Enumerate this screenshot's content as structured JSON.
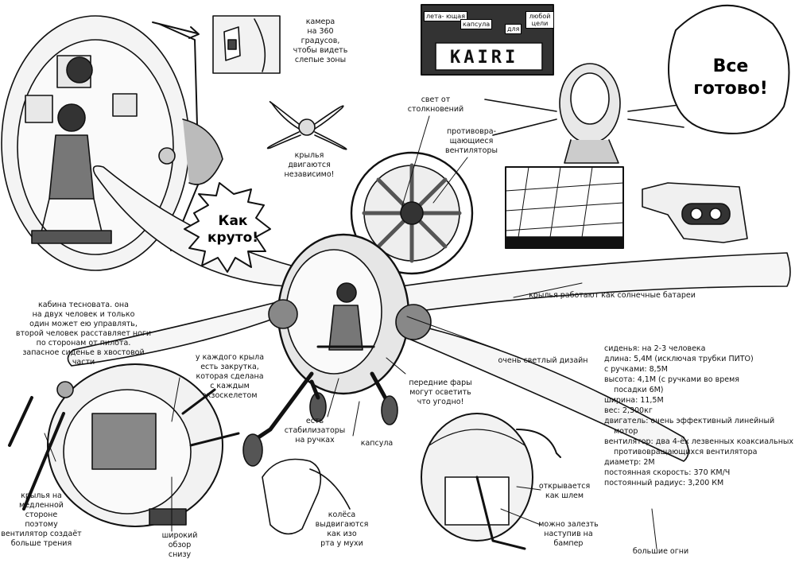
{
  "bubbles": {
    "cool": "Как\nкруто!",
    "ready": "Все\nготово!"
  },
  "sign": {
    "words": [
      "лета-\nющая",
      "капсула",
      "для",
      "любой\nцели"
    ],
    "name": "KAIRI"
  },
  "notes": {
    "camera": "камера\nна 360\nградусов,\nчтобы видеть\nслепые зоны",
    "wings_independent": "крылья\nдвигаются\nнезависимо!",
    "collision_light": "свет от\nстолкновений",
    "counter_fans": "противовра-\nщающиеся\nвентиляторы",
    "solar": "крылья работают как солнечные батареи",
    "cabin": "кабина тесновата. она\nна двух человек и только\nодин может ею управлять,\nвторой человек расставляет ноги\nпо сторонам от пилота.\nзапасное сиденье в хвостовой\nчасти",
    "twist": "у каждого крыла\nесть закрутка,\nкоторая сделана\nс каждым\nэкзоскелетом",
    "light_design": "очень светлый дизайн",
    "headlights": "передние фары\nмогут осветить\nчто угодно!",
    "stabilizers": "есть\nстабилизаторы\nна ручках",
    "capsule": "капсула",
    "slow_side": "крылья на\nмедленной\nстороне\nпоэтому\nвентилятор создаёт\nбольше трения",
    "wide_view": "широкий\nобзор\nснизу",
    "wheels": "колёса\nвыдвигаются\nкак изо\nрта у мухи",
    "helmet": "открывается\nкак шлем",
    "bumper": "можно залезть\nнаступив на\nбампер",
    "big_lights": "большие огни"
  },
  "specs": [
    "сиденья: на 2-3 человека",
    "длина: 5,4М (исключая трубки ПИТО)",
    "с ручками: 8,5М",
    "высота: 4,1М (с ручками во время",
    "посадки 6М)",
    "ширина: 11,5М",
    "вес: 2,300кг",
    "двигатель: очень эффективный линейный",
    "мотор",
    "вентилятор: два 4-ёх лезвенных коаксиальных",
    "противовращающихся вентилятора",
    "диаметр: 2М",
    "постоянная скорость: 370 КМ/Ч",
    "постоянный радиус: 3,200 КМ"
  ]
}
